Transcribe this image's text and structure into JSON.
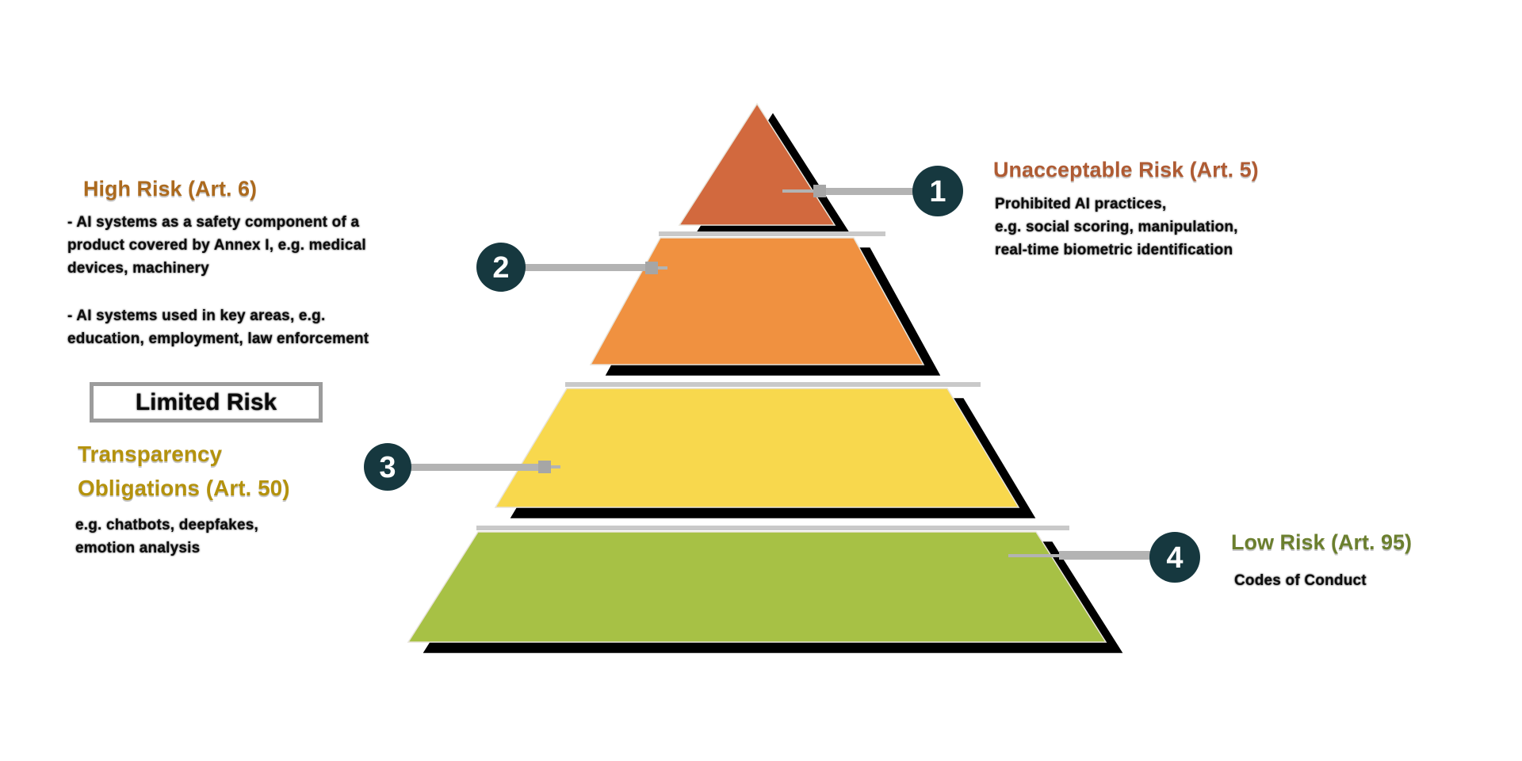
{
  "diagram_type": "risk-pyramid",
  "levels": [
    {
      "number": "1",
      "title": "Unacceptable Risk (Art. 5)",
      "title_color": "#af5b33",
      "fill": "#d2693e",
      "body": [
        "Prohibited AI practices,",
        "e.g. social scoring, manipulation,",
        "real-time biometric identification"
      ]
    },
    {
      "number": "2",
      "title": "High Risk (Art. 6)",
      "title_color": "#ac6a1e",
      "fill": "#f09140",
      "body_a": [
        "- AI systems as a safety component of a",
        "product covered by Annex I, e.g. medical",
        "devices, machinery"
      ],
      "body_b": [
        "- AI systems used in key areas, e.g.",
        "education, employment, law enforcement"
      ]
    },
    {
      "number": "3",
      "box_label": "Limited Risk",
      "title_line1": "Transparency",
      "title_line2": "Obligations (Art. 50)",
      "title_color": "#b4920d",
      "fill": "#f8d84d",
      "body": [
        "e.g. chatbots, deepfakes,",
        "emotion analysis"
      ]
    },
    {
      "number": "4",
      "title": "Low Risk (Art. 95)",
      "title_color": "#6b7f2e",
      "fill": "#a7c145",
      "body": [
        "Codes of Conduct"
      ]
    }
  ],
  "colors": {
    "background": "#ffffff",
    "shadow": "#000000",
    "marker_circle": "#16383f",
    "marker_number": "#ffffff",
    "connector_line": "#b3b3b3",
    "separator_line": "#c9c9c9",
    "box_border": "#9c9c9c",
    "body_text": "#0d0d0d"
  }
}
